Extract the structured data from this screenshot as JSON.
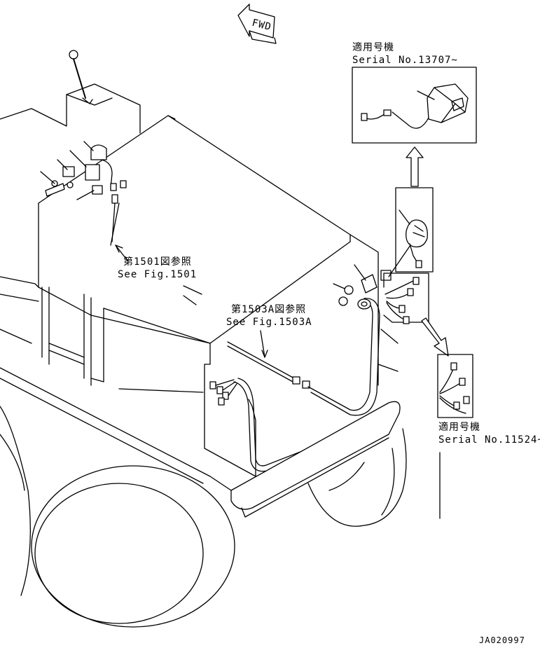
{
  "direction_marker": {
    "text": "FWD"
  },
  "callouts": {
    "serial_top": {
      "heading": "適用号機",
      "serial": "Serial No.13707~"
    },
    "serial_bottom": {
      "heading": "適用号機",
      "serial": "Serial No.11524~"
    },
    "ref_1501": {
      "jp": "第1501図参照",
      "en": "See Fig.1501"
    },
    "ref_1503a": {
      "jp": "第1503A図参照",
      "en": "See Fig.1503A"
    }
  },
  "drawing_code": "JA020997"
}
